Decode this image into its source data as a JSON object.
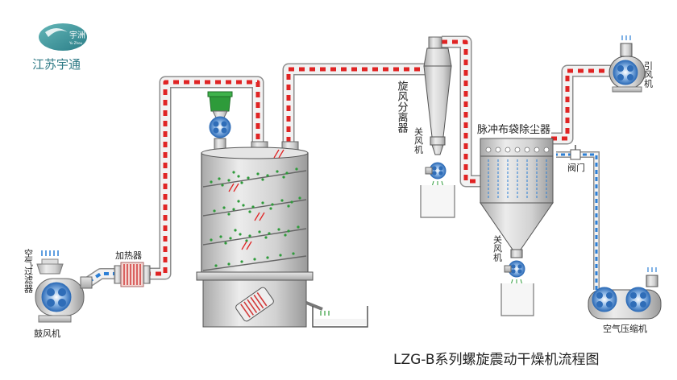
{
  "company": {
    "name": "江苏宇通",
    "logo_text": "宇洲",
    "logo_sub": "Yu Zhou"
  },
  "labels": {
    "air_filter": "空气过滤器",
    "blower": "鼓风机",
    "heater": "加热器",
    "cyclone": "旋风分离器",
    "airlock_1": "关风机",
    "airlock_2": "关风机",
    "bag_filter": "脉冲布袋除尘器",
    "valve": "阀门",
    "induced_fan": "引风机",
    "compressor": "空气压缩机"
  },
  "title": "LZG-B系列螺旋震动干燥机流程图",
  "colors": {
    "pipe": "#f2f2f2",
    "hot_air": "#e02424",
    "blue_flow": "#2b7fd6",
    "equipment": "#cfcfcf",
    "product": "#2e9b3a",
    "feed_hopper": "#2e9b3a",
    "logo": "#3a8f96"
  }
}
